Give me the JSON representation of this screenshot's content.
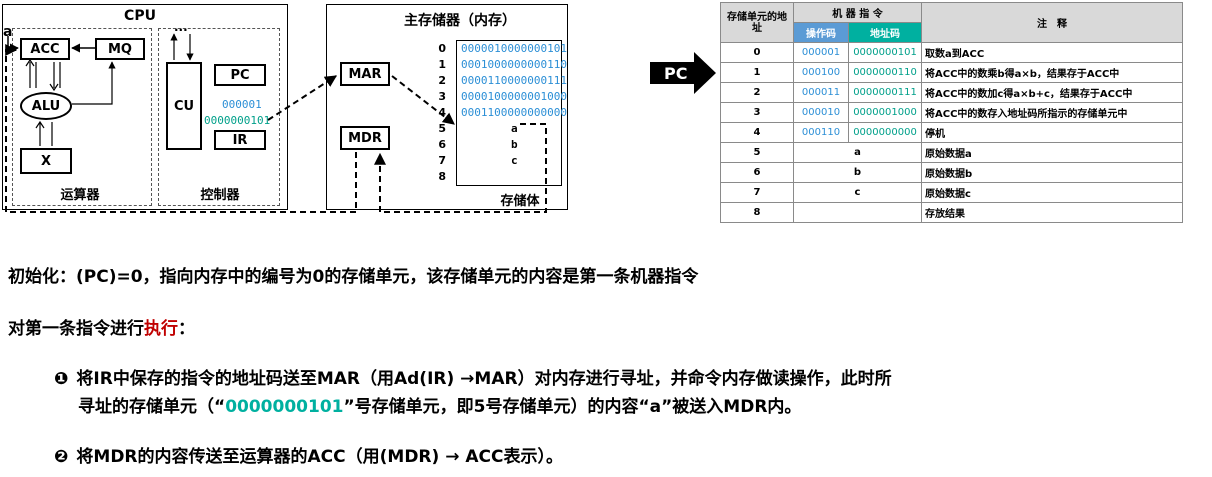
{
  "cpu": {
    "title": "CPU",
    "a_label": "a",
    "acc": "ACC",
    "mq": "MQ",
    "alu": "ALU",
    "x": "X",
    "cu": "CU",
    "pc": "PC",
    "ir": "IR",
    "dots": "...",
    "pc_value": "000001",
    "ir_value": "0000000101",
    "alu_section": "运算器",
    "control_section": "控制器"
  },
  "memory": {
    "title": "主存储器（内存）",
    "mar": "MAR",
    "mdr": "MDR",
    "storage_label": "存储体",
    "addresses": [
      "0",
      "1",
      "2",
      "3",
      "4",
      "5",
      "6",
      "7",
      "8"
    ],
    "cells": [
      "0000010000000101",
      "0001000000000110",
      "0000110000000111",
      "0000100000001000",
      "0001100000000000",
      "a",
      "b",
      "c",
      ""
    ]
  },
  "pc_pointer": "PC",
  "table": {
    "header_addr": "存储单元的地址",
    "header_instr": "机 器 指 令",
    "header_opcode": "操作码",
    "header_address": "地址码",
    "header_note": "注　释",
    "rows": [
      {
        "addr": "0",
        "op": "000001",
        "ad": "0000000101",
        "note": "取数a到ACC"
      },
      {
        "addr": "1",
        "op": "000100",
        "ad": "0000000110",
        "note": "将ACC中的数乘b得a×b，结果存于ACC中"
      },
      {
        "addr": "2",
        "op": "000011",
        "ad": "0000000111",
        "note": "将ACC中的数加c得a×b+c，结果存于ACC中"
      },
      {
        "addr": "3",
        "op": "000010",
        "ad": "0000001000",
        "note": "将ACC中的数存入地址码所指示的存储单元中"
      },
      {
        "addr": "4",
        "op": "000110",
        "ad": "0000000000",
        "note": "停机"
      },
      {
        "addr": "5",
        "data": "a",
        "note": "原始数据a"
      },
      {
        "addr": "6",
        "data": "b",
        "note": "原始数据b"
      },
      {
        "addr": "7",
        "data": "c",
        "note": "原始数据c"
      },
      {
        "addr": "8",
        "data": "",
        "note": "存放结果"
      }
    ]
  },
  "text": {
    "init_prefix": "初始化",
    "init_body": "：(PC)=0，指向内存中的编号为0的存储单元，该存储单元的内容是第一条机器指令",
    "exec_prefix": "对第一条指令进行",
    "exec_red": "执行",
    "exec_suffix": "：",
    "step1_bullet": "❶",
    "step1_line1": "将IR中保存的指令的地址码送至MAR（用Ad(IR) →MAR）对内存进行寻址，并命令内存做读操作，此时所",
    "step1_line2_a": "寻址的存储单元（“",
    "step1_line2_green": "0000000101",
    "step1_line2_b": "”号存储单元，即5号存储单元）的内容“a”被送入MDR内。",
    "step2_bullet": "❷",
    "step2_line": "将MDR的内容传送至运算器的ACC（用(MDR) → ACC表示）。"
  },
  "colors": {
    "accent_blue": "#2c8fd6",
    "accent_green": "#00b0a0",
    "highlight_red": "#c00000"
  }
}
